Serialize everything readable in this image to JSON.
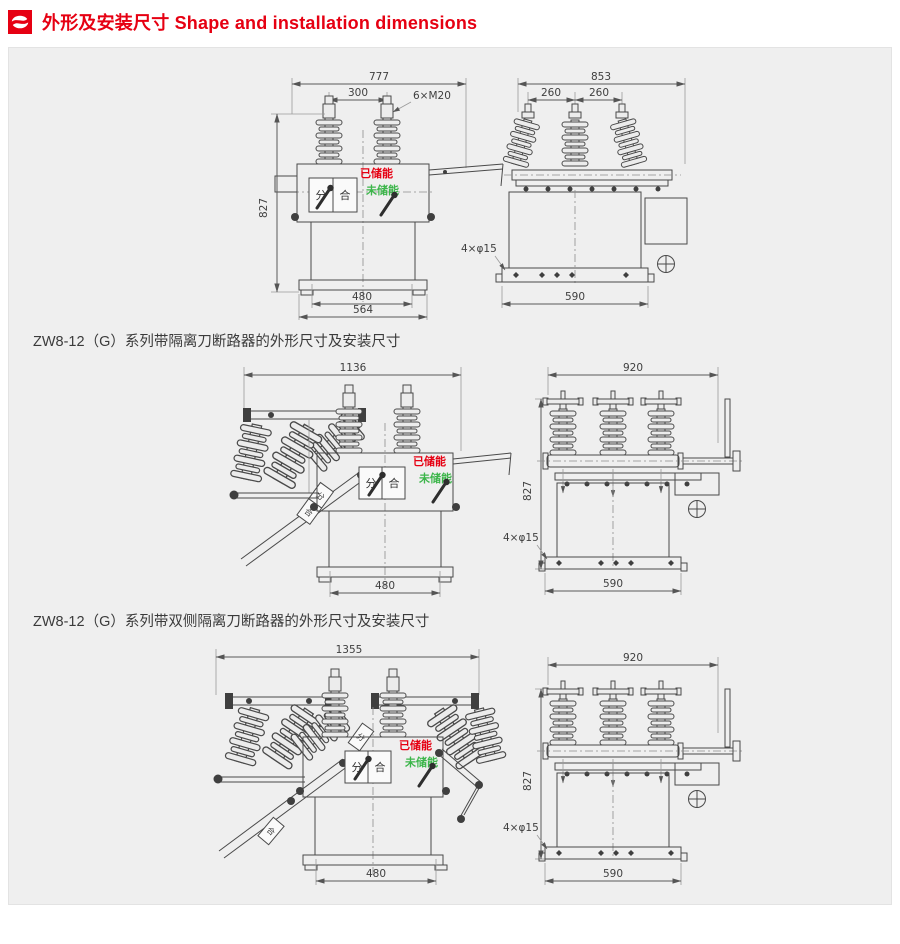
{
  "header": {
    "title": "外形及安装尺寸 Shape and installation dimensions",
    "icon": "brand-swoosh-icon"
  },
  "colors": {
    "accent_red": "#e60012",
    "status_green": "#3cb54a",
    "panel_bg": "#efefef",
    "line": "#4a4a4a"
  },
  "captions": {
    "fig2": "ZW8-12（G）系列带隔离刀断路器的外形尺寸及安装尺寸",
    "fig3": "ZW8-12（G）系列带双侧隔离刀断路器的外形尺寸及安装尺寸"
  },
  "indicator": {
    "charged": "已储能",
    "uncharged": "未储能",
    "open": "分",
    "close": "合"
  },
  "fig1": {
    "front": {
      "overall_width": "777",
      "pole_spacing": "300",
      "bolt_spec": "6×M20",
      "height": "827",
      "base_width": "480",
      "overall_base_width": "564"
    },
    "side": {
      "overall_width": "853",
      "pole_spacing_left": "260",
      "pole_spacing_right": "260",
      "mount_holes": "4×φ15",
      "base_width": "590"
    }
  },
  "fig2": {
    "front": {
      "overall_width": "1136",
      "base_width": "480"
    },
    "side": {
      "overall_width": "920",
      "height": "827",
      "mount_holes": "4×φ15",
      "base_width": "590"
    }
  },
  "fig3": {
    "front": {
      "overall_width": "1355",
      "base_width": "480"
    },
    "side": {
      "overall_width": "920",
      "height": "827",
      "mount_holes": "4×φ15",
      "base_width": "590"
    }
  }
}
